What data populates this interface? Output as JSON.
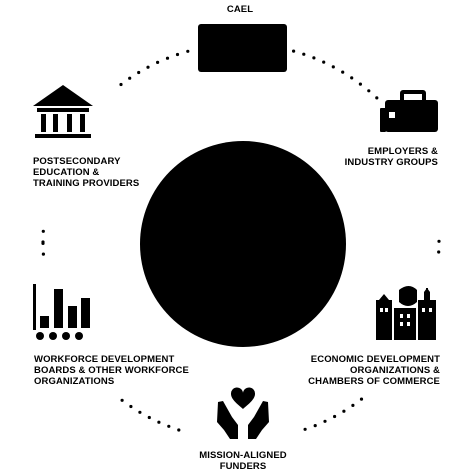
{
  "colors": {
    "ink": "#000000",
    "background": "#ffffff"
  },
  "center_circle": {
    "fill": "#000000"
  },
  "nodes": [
    {
      "id": "cael",
      "icon": "blank-rectangle-icon",
      "lines": [
        "CAEL"
      ]
    },
    {
      "id": "employers",
      "icon": "briefcase-icon",
      "lines": [
        "EMPLOYERS &",
        "INDUSTRY GROUPS"
      ]
    },
    {
      "id": "economic",
      "icon": "city-buildings-icon",
      "lines": [
        "ECONOMIC DEVELOPMENT",
        "ORGANIZATIONS &",
        "CHAMBERS OF COMMERCE"
      ]
    },
    {
      "id": "funders",
      "icon": "hands-heart-icon",
      "lines": [
        "MISSION-ALIGNED",
        "FUNDERS"
      ]
    },
    {
      "id": "workforce",
      "icon": "bar-chart-people-icon",
      "lines": [
        "WORKFORCE DEVELOPMENT",
        "BOARDS & OTHER WORKFORCE",
        "ORGANIZATIONS"
      ]
    },
    {
      "id": "postsecondary",
      "icon": "institution-building-icon",
      "lines": [
        "POSTSECONDARY",
        "EDUCATION &",
        "TRAINING PROVIDERS"
      ]
    }
  ]
}
